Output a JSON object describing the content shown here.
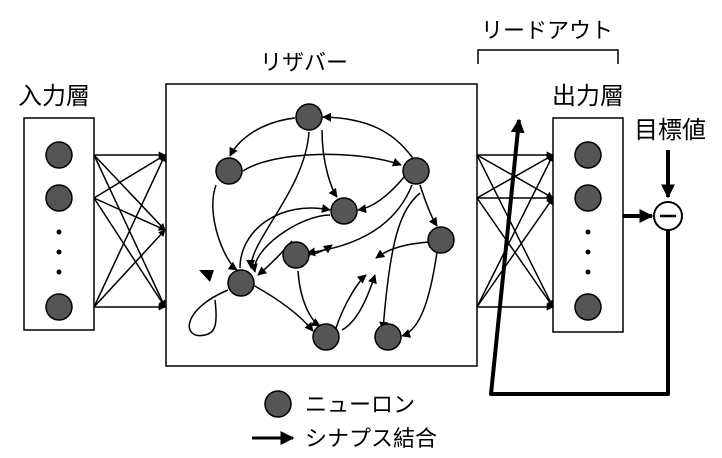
{
  "labels": {
    "input_layer": "入力層",
    "reservoir": "リザバー",
    "readout": "リードアウト",
    "output_layer": "出力層",
    "target": "目標値"
  },
  "legend": {
    "neuron": "ニューロン",
    "synapse": "シナプス結合"
  },
  "colors": {
    "neuron_fill": "#555555",
    "stroke": "#000000",
    "background": "#ffffff"
  }
}
